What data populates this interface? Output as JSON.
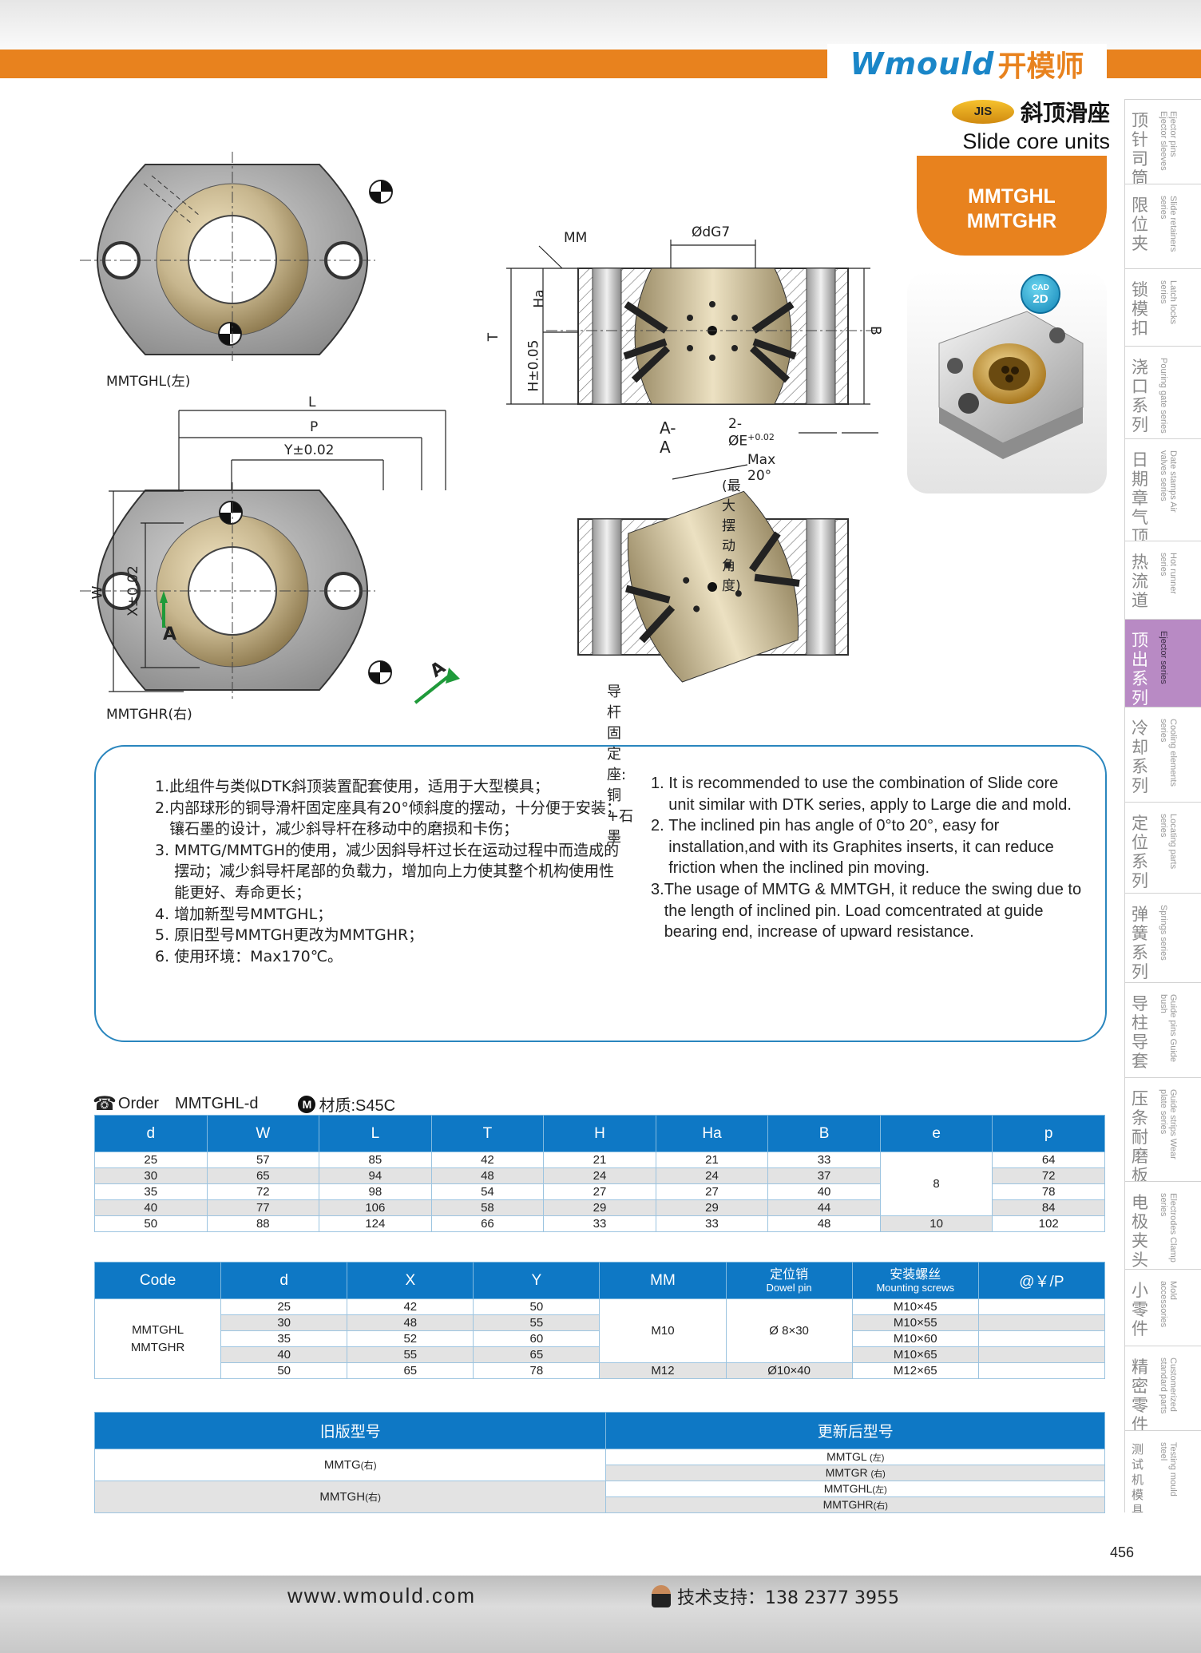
{
  "brand": {
    "en": "Wmould",
    "cn": "开模师"
  },
  "header": {
    "jis": "JIS",
    "title_cn": "斜顶滑座",
    "title_en": "Slide core units"
  },
  "models": [
    "MMTGHL",
    "MMTGHR"
  ],
  "cad_badge": {
    "top": "CAD",
    "bottom": "2D"
  },
  "sidenav": [
    {
      "cn": "顶针司筒",
      "en": "Ejector pins Ejector sleeves",
      "active": false
    },
    {
      "cn": "限位夹",
      "en": "Slide retainers series",
      "active": false
    },
    {
      "cn": "锁模扣",
      "en": "Latch locks series",
      "active": false
    },
    {
      "cn": "浇口系列",
      "en": "Pouring gate series",
      "active": false
    },
    {
      "cn": "日期章气顶",
      "en": "Date stamps Air valves series",
      "active": false
    },
    {
      "cn": "热流道",
      "en": "Hot runner series",
      "active": false
    },
    {
      "cn": "顶出系列",
      "en": "Ejector series",
      "active": true
    },
    {
      "cn": "冷却系列",
      "en": "Cooling elements series",
      "active": false
    },
    {
      "cn": "定位系列",
      "en": "Locating parts series",
      "active": false
    },
    {
      "cn": "弹簧系列",
      "en": "Springs series",
      "active": false
    },
    {
      "cn": "导柱导套",
      "en": "Guide pins Guide bush",
      "active": false
    },
    {
      "cn": "压条耐磨板",
      "en": "Guide strips Wear plate series",
      "active": false
    },
    {
      "cn": "电极夹头",
      "en": "Electrodes Clamp series",
      "active": false
    },
    {
      "cn": "小零件",
      "en": "Mold accessories",
      "active": false
    },
    {
      "cn": "精密零件",
      "en": "Customerized standard parts",
      "active": false
    },
    {
      "cn": "测试机模具钢",
      "en": "Testing mould steel",
      "active": false
    }
  ],
  "drawing": {
    "mmtghl": "MMTGHL(左)",
    "mmtghr": "MMTGHR(右)",
    "L": "L",
    "P": "P",
    "Y": "Y±0.02",
    "W": "W",
    "X": "X±0.02",
    "A": "A",
    "MM": "MM",
    "dG7": "ØdG7",
    "T": "T",
    "Ha": "Ha",
    "H": "H±0.05",
    "B": "B",
    "AA": "A-A",
    "E": "2-ØE",
    "E_tol": "+0.02",
    "max": "Max 20°",
    "maxcn": "(最大摆动角度)",
    "guide": "导杆固定座:铜+石墨"
  },
  "info": {
    "cn": [
      {
        "n": "1.",
        "t": "此组件与类似DTK斜顶装置配套使用，适用于大型模具；"
      },
      {
        "n": "2.",
        "t": "内部球形的铜导滑杆固定座具有20°倾斜度的摆动，十分便于安装；镶石墨的设计，减少斜导杆在移动中的磨损和卡伤；"
      },
      {
        "n": "3. ",
        "t": "MMTG/MMTGH的使用，减少因斜导杆过长在运动过程中而造成的摆动；减少斜导杆尾部的负载力，增加向上力使其整个机构使用性能更好、寿命更长；"
      },
      {
        "n": "4. ",
        "t": "增加新型号MMTGHL；"
      },
      {
        "n": "5. ",
        "t": "原旧型号MMTGH更改为MMTGHR；"
      },
      {
        "n": "6. ",
        "t": "使用环境：Max170℃。"
      }
    ],
    "en": [
      {
        "n": "1. ",
        "t": "It is recommended to use the combination of Slide core unit similar with DTK series, apply to Large die and mold."
      },
      {
        "n": "2. ",
        "t": "The inclined pin has angle of 0°to 20°, easy for installation,and with its Graphites inserts, it can reduce friction when the inclined pin moving."
      },
      {
        "n": "3.",
        "t": "The usage of MMTG & MMTGH, it reduce the swing due to the length of inclined pin. Load comcentrated at guide bearing end, increase of upward resistance."
      }
    ]
  },
  "order": {
    "label": "Order",
    "code": "MMTGHL-d",
    "m": "M",
    "material": "材质:S45C"
  },
  "table1": {
    "headers": [
      "d",
      "W",
      "L",
      "T",
      "H",
      "Ha",
      "B",
      "e",
      "p"
    ],
    "rows": [
      [
        "25",
        "57",
        "85",
        "42",
        "21",
        "21",
        "33",
        "64"
      ],
      [
        "30",
        "65",
        "94",
        "48",
        "24",
        "24",
        "37",
        "72"
      ],
      [
        "35",
        "72",
        "98",
        "54",
        "27",
        "27",
        "40",
        "78"
      ],
      [
        "40",
        "77",
        "106",
        "58",
        "29",
        "29",
        "44",
        "84"
      ],
      [
        "50",
        "88",
        "124",
        "66",
        "33",
        "33",
        "48",
        "102"
      ]
    ],
    "e_merged": "8",
    "e_last": "10"
  },
  "table2": {
    "headers": {
      "code": "Code",
      "d": "d",
      "x": "X",
      "y": "Y",
      "mm": "MM",
      "dowel_cn": "定位销",
      "dowel_en": "Dowel pin",
      "screw_cn": "安装螺丝",
      "screw_en": "Mounting screws",
      "price": "@￥/P"
    },
    "code_lines": [
      "MMTGHL",
      "MMTGHR"
    ],
    "rows": [
      {
        "d": "25",
        "x": "42",
        "y": "50",
        "screw": "M10×45"
      },
      {
        "d": "30",
        "x": "48",
        "y": "55",
        "screw": "M10×55"
      },
      {
        "d": "35",
        "x": "52",
        "y": "60",
        "screw": "M10×60"
      },
      {
        "d": "40",
        "x": "55",
        "y": "65",
        "screw": "M10×65"
      },
      {
        "d": "50",
        "x": "65",
        "y": "78",
        "screw": "M12×65"
      }
    ],
    "mm_merged": "M10",
    "mm_last": "M12",
    "dowel_merged": "Ø  8×30",
    "dowel_last": "Ø10×40"
  },
  "table3": {
    "headers": [
      "旧版型号",
      "更新后型号"
    ],
    "old": [
      {
        "m": "MMTG",
        "s": "(右)"
      },
      {
        "m": "MMTGH",
        "s": "(右)"
      }
    ],
    "new": [
      {
        "m": "MMTGL",
        "s": "(左)"
      },
      {
        "m": "MMTGR",
        "s": "(右)"
      },
      {
        "m": "MMTGHL",
        "s": "(左)"
      },
      {
        "m": "MMTGHR",
        "s": "(右)"
      }
    ]
  },
  "page_number": "456",
  "footer": {
    "site": "www.wmould.com",
    "support": "技术支持：138 2377 3955"
  }
}
